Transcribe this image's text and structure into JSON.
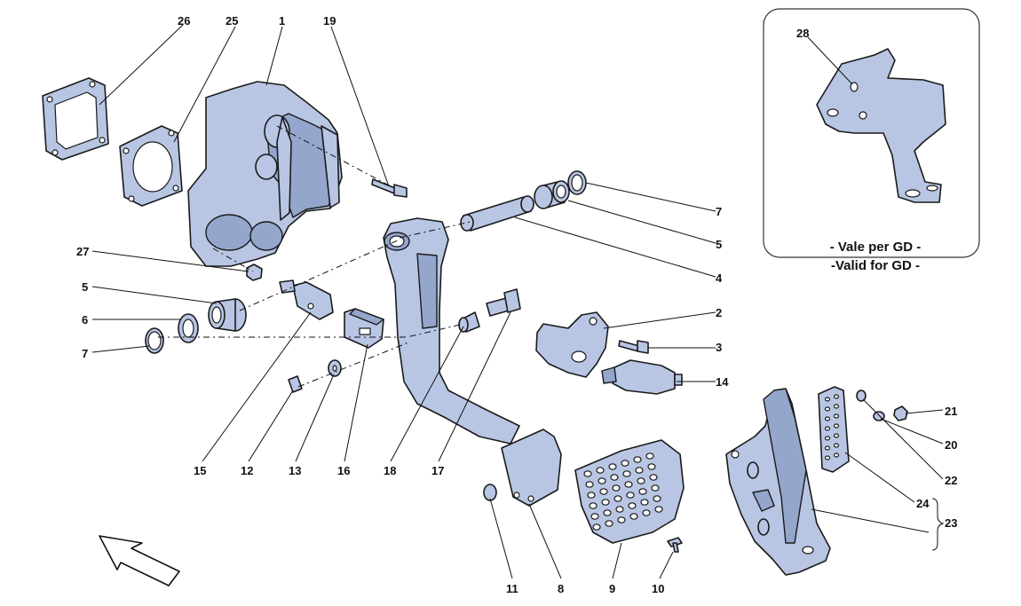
{
  "labels": {
    "l1": "1",
    "l2": "2",
    "l3": "3",
    "l4": "4",
    "l5a": "5",
    "l5b": "5",
    "l6": "6",
    "l7a": "7",
    "l7b": "7",
    "l8": "8",
    "l9": "9",
    "l10": "10",
    "l11": "11",
    "l12": "12",
    "l13": "13",
    "l14": "14",
    "l15": "15",
    "l16": "16",
    "l17": "17",
    "l18": "18",
    "l19": "19",
    "l20": "20",
    "l21": "21",
    "l22": "22",
    "l23": "23",
    "l24": "24",
    "l25": "25",
    "l26": "26",
    "l27": "27",
    "l28": "28"
  },
  "inset": {
    "line1": "- Vale per GD -",
    "line2": "-Valid for GD -"
  },
  "colors": {
    "part_fill": "#b8c6e4",
    "outline": "#1a1a1a"
  },
  "icons": {
    "direction": "front-arrow-icon"
  }
}
